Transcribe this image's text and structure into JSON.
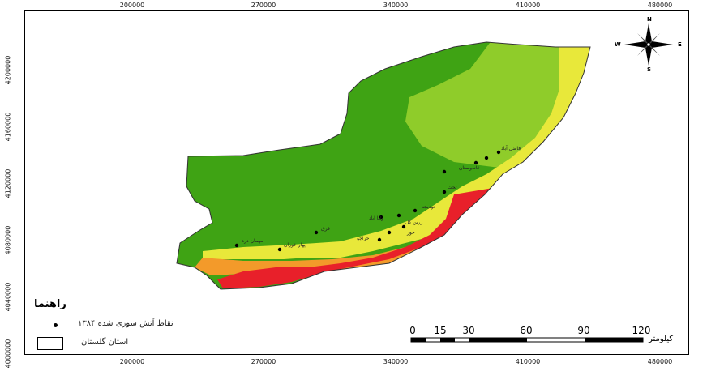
{
  "axes": {
    "x_ticks": [
      "200000",
      "270000",
      "340000",
      "410000",
      "480000"
    ],
    "y_ticks": [
      "4200000",
      "4160000",
      "4120000",
      "4080000",
      "4040000",
      "4000000"
    ]
  },
  "compass": {
    "north": "N",
    "south": "S",
    "east": "E",
    "west": "W"
  },
  "legend": {
    "title": "راهنما",
    "fire_points_label": "نقاط آتش سوزی شده ۱۳۸۴",
    "province_label": "استان گلستان"
  },
  "scale_bar": {
    "ticks": [
      "0",
      "15",
      "30",
      "60",
      "90",
      "120"
    ],
    "unit": "کیلومتر"
  },
  "places": [
    "فاضل آباد",
    "خاندوستان",
    "نودیجه",
    "تخت",
    "ولیا آباد",
    "زرین گل",
    "قرق",
    "جور",
    "مهمان دره",
    "پهار خوران",
    "خراجو"
  ],
  "colors": {
    "dark_green": "#3fa314",
    "light_green": "#8fcc2a",
    "yellow": "#e8e83a",
    "orange": "#f39a2a",
    "red": "#e8202a"
  }
}
